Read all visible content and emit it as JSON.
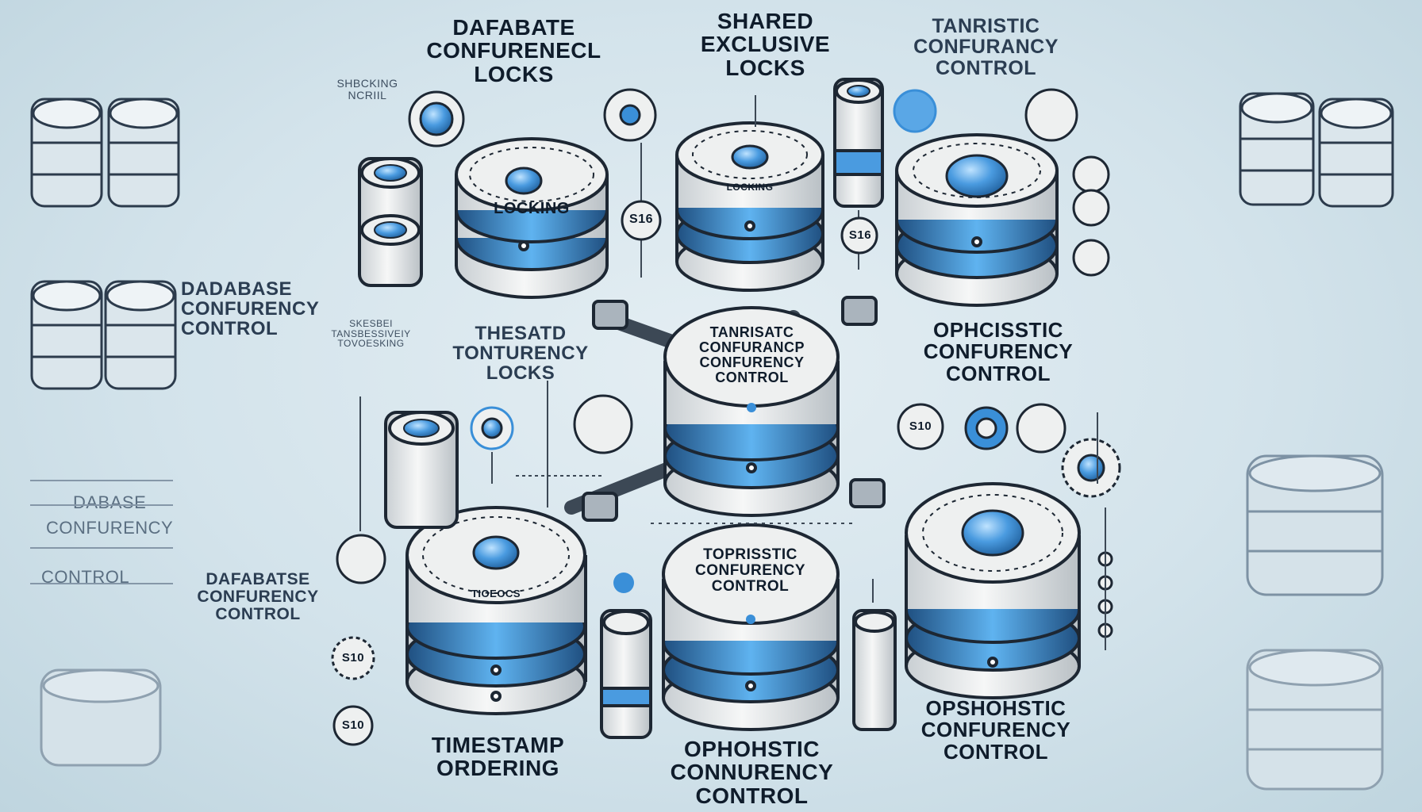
{
  "labels": {
    "top_left_title": "DAFABATE\nCONFURENECL\nLOCKS",
    "top_center_title": "SHARED\nEXCLUSIVE\nLOCKS",
    "top_right_title": "TANRISTIC\nCONFURANCY\nCONTROL",
    "small_top_left": "SHBCKING\nNCRIIL",
    "left_db_title": "DADABASE\nCONFURENCY\nCONTROL",
    "small_mid_left": "SKESBEI\nTANSBESSIVEIY\nTOVOESKING",
    "mid_left_title": "THESATD\nTONTURENCY\nLOCKS",
    "mid_right_title": "OPHCISSTIC\nCONFURENCY\nCONTROL",
    "bottom_left_title": "DAFABATSE\nCONFURENCY\nCONTROL",
    "left_faded_1": "DABASE",
    "left_faded_2": "CONFURENCY",
    "left_faded_3": "CONTROL",
    "timestamp_title": "TIMESTAMP\nORDERING",
    "bottom_center_title": "OPHOHSTIC\nCONNURENCY\nCONTROL",
    "bottom_right_title": "OPSHOHSTIC\nCONFURENCY\nCONTROL"
  },
  "disk_labels": {
    "top_left": "LOCKING",
    "top_center": "LOCKING",
    "center": "TANRISATC\nCONFURANCP\nCONFURENCY\nCONTROL",
    "bottom_left": "TIOEOCS",
    "bottom_center": "TOPRISSTIC\nCONFURENCY\nCONTROL"
  },
  "badges": {
    "b1": "S16",
    "b2": "S16",
    "b3": "S10",
    "b4": "S10",
    "b5": "S10"
  },
  "colors": {
    "accent_blue": "#3a8fd8",
    "outline": "#1d2733",
    "disk_top": "#eef0f0",
    "background": "#d3e3eb"
  }
}
